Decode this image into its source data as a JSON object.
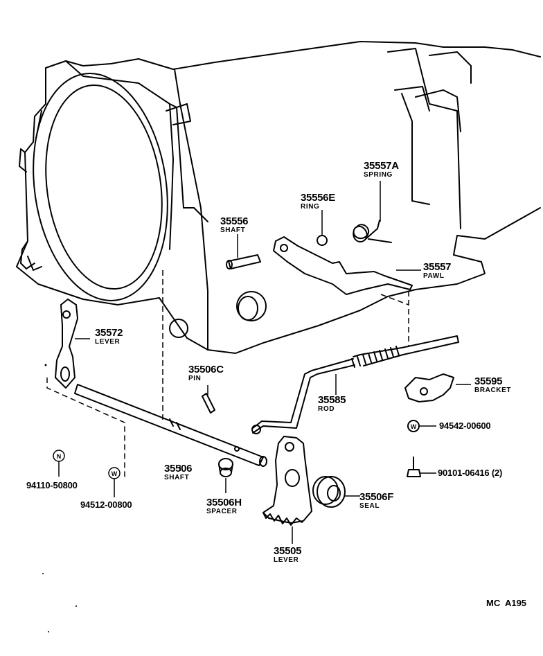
{
  "parts": {
    "spring": {
      "number": "35557A",
      "name": "SPRING"
    },
    "ring": {
      "number": "35556E",
      "name": "RING"
    },
    "shaft_top": {
      "number": "35556",
      "name": "SHAFT"
    },
    "pawl": {
      "number": "35557",
      "name": "PAWL"
    },
    "lever_upper": {
      "number": "35572",
      "name": "LEVER"
    },
    "pin": {
      "number": "35506C",
      "name": "PIN"
    },
    "rod": {
      "number": "35585",
      "name": "ROD"
    },
    "bracket": {
      "number": "35595",
      "name": "BRACKET"
    },
    "washer_right": {
      "number": "94542-00600"
    },
    "bolt": {
      "number": "90101-06416 (2)"
    },
    "nut": {
      "number": "94110-50800"
    },
    "washer_left": {
      "number": "94512-00800"
    },
    "shaft_main": {
      "number": "35506",
      "name": "SHAFT"
    },
    "spacer": {
      "number": "35506H",
      "name": "SPACER"
    },
    "seal": {
      "number": "35506F",
      "name": "SEAL"
    },
    "lever_lower": {
      "number": "35505",
      "name": "LEVER"
    }
  },
  "symbols": {
    "nut_letter": "N",
    "washer_letter": "W"
  },
  "diagram_code": "MC  A195"
}
